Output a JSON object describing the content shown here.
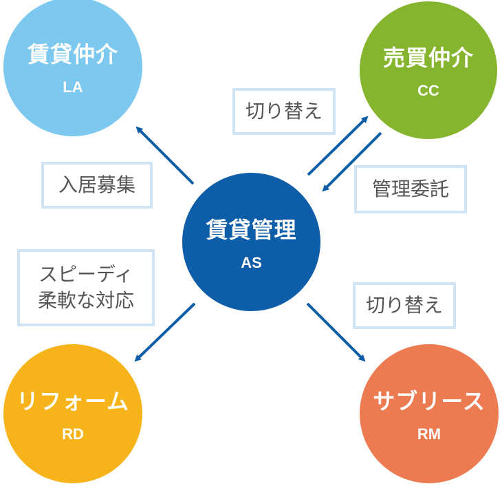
{
  "nodes": {
    "la": {
      "name": "賃貸仲介",
      "code": "LA",
      "color": "#7dc8ee"
    },
    "cc": {
      "name": "売買仲介",
      "code": "CC",
      "color": "#85b52e"
    },
    "as": {
      "name": "賃貸管理",
      "code": "AS",
      "color": "#0d5da8"
    },
    "rd": {
      "name": "リフォーム",
      "code": "RD",
      "color": "#f7b41a"
    },
    "rm": {
      "name": "サブリース",
      "code": "RM",
      "color": "#ec7b52"
    }
  },
  "labels": {
    "as_to_cc": "切り替え",
    "as_to_la": "入居募集",
    "cc_to_as": "管理委託",
    "as_to_rd_line1": "スピーディ",
    "as_to_rd_line2": "柔軟な対応",
    "as_to_rm": "切り替え"
  },
  "colors": {
    "arrow": "#0d5da8",
    "label_border": "#cfe3f2",
    "label_text": "#555555"
  }
}
